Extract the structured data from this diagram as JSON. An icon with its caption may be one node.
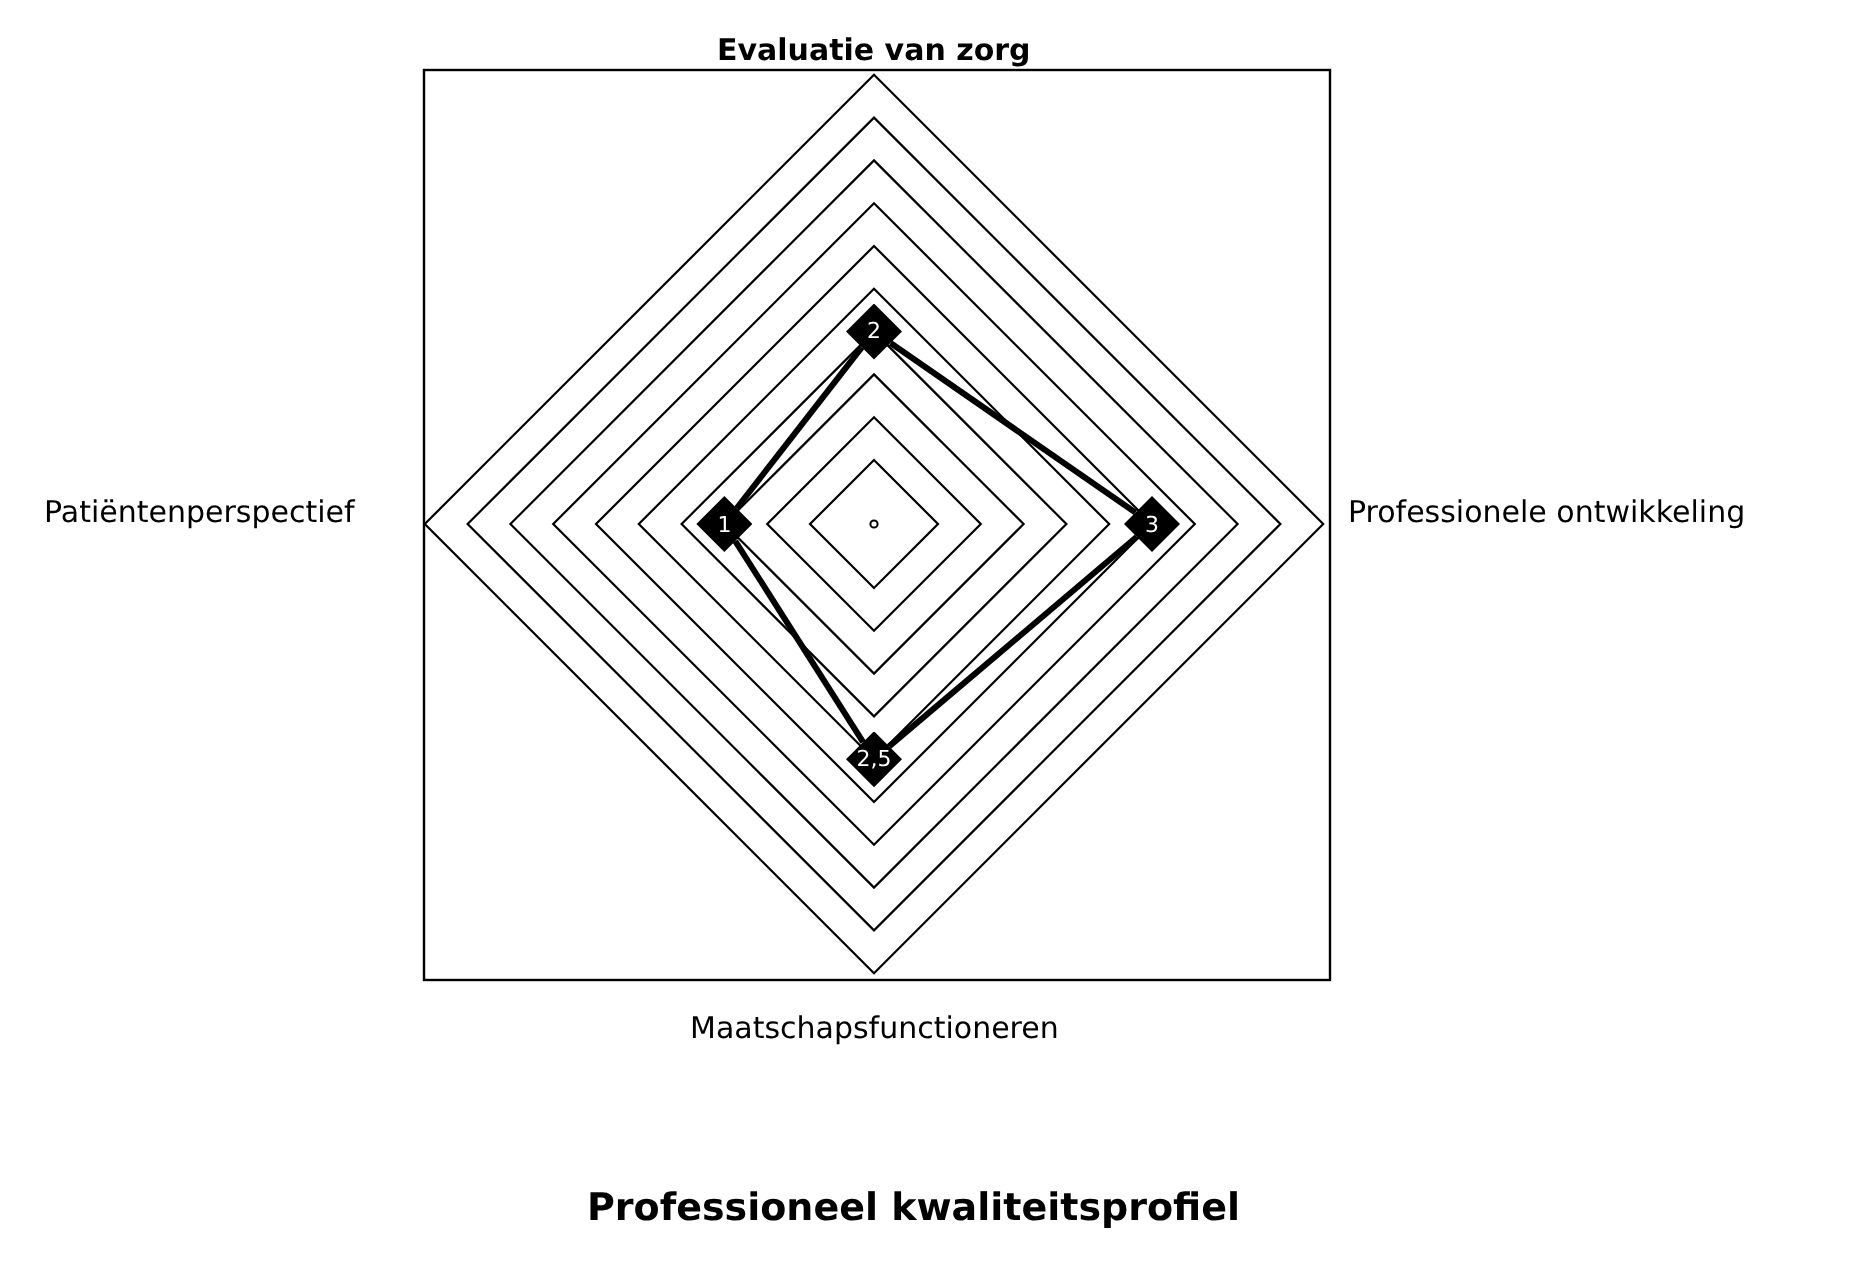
{
  "diagram": {
    "caption": "Professioneel kwaliteitsprofiel",
    "nodes": [
      {
        "text": [
          "2"
        ]
      },
      {
        "text": [
          "1"
        ]
      },
      {
        "text": [
          "3"
        ]
      },
      {
        "text": [
          "2,5"
        ]
      }
    ],
    "edges": [
      {
        "from": 0,
        "to": 2,
        "arrow": "none"
      },
      {
        "from": 2,
        "to": 3,
        "arrow": "none"
      },
      {
        "from": 3,
        "to": 1,
        "arrow": "none"
      },
      {
        "from": 1,
        "to": 0,
        "arrow": "none"
      }
    ],
    "labels": [
      "Evaluatie van zorg",
      "Patiëntenperspectief",
      "Professionele ontwikkeling",
      "Maatschapsfunctioneren"
    ]
  }
}
